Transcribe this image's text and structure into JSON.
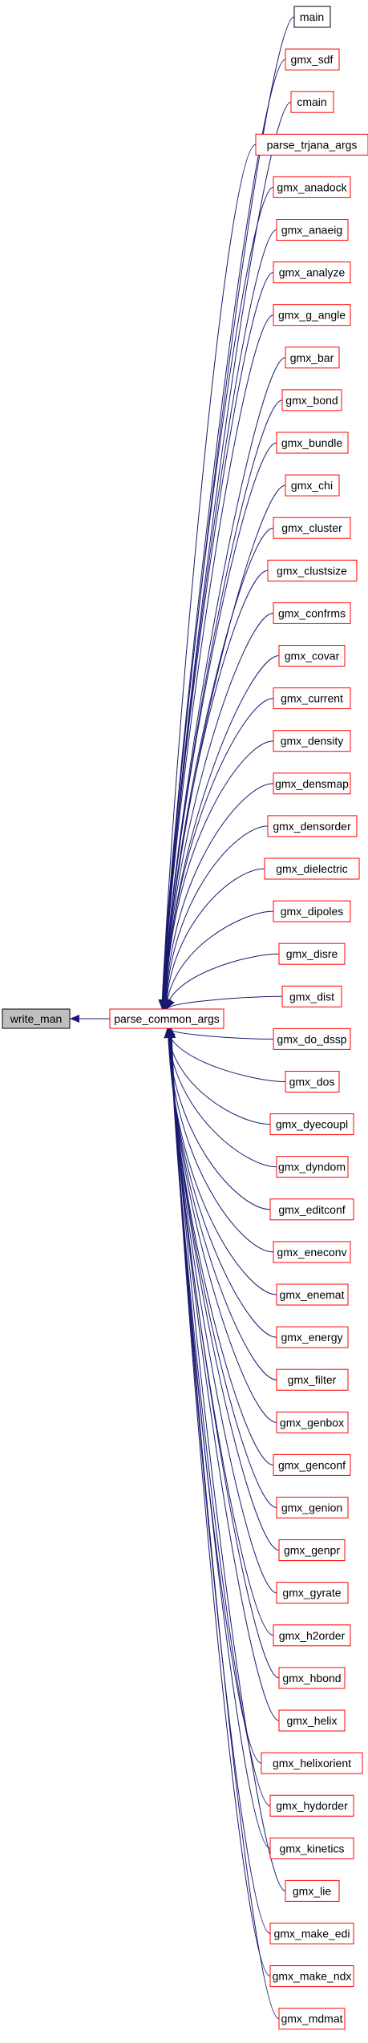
{
  "diagram": {
    "root": {
      "label": "write_man",
      "fill": "#bfbfbf",
      "border": "#000000"
    },
    "hub": {
      "label": "parse_common_args",
      "border": "#ff0000"
    },
    "edge_color": "#191970",
    "callers": [
      {
        "label": "main",
        "border": "#000000"
      },
      {
        "label": "gmx_sdf",
        "border": "#ff0000"
      },
      {
        "label": "cmain",
        "border": "#ff0000"
      },
      {
        "label": "parse_trjana_args",
        "border": "#ff0000"
      },
      {
        "label": "gmx_anadock",
        "border": "#ff0000"
      },
      {
        "label": "gmx_anaeig",
        "border": "#ff0000"
      },
      {
        "label": "gmx_analyze",
        "border": "#ff0000"
      },
      {
        "label": "gmx_g_angle",
        "border": "#ff0000"
      },
      {
        "label": "gmx_bar",
        "border": "#ff0000"
      },
      {
        "label": "gmx_bond",
        "border": "#ff0000"
      },
      {
        "label": "gmx_bundle",
        "border": "#ff0000"
      },
      {
        "label": "gmx_chi",
        "border": "#ff0000"
      },
      {
        "label": "gmx_cluster",
        "border": "#ff0000"
      },
      {
        "label": "gmx_clustsize",
        "border": "#ff0000"
      },
      {
        "label": "gmx_confrms",
        "border": "#ff0000"
      },
      {
        "label": "gmx_covar",
        "border": "#ff0000"
      },
      {
        "label": "gmx_current",
        "border": "#ff0000"
      },
      {
        "label": "gmx_density",
        "border": "#ff0000"
      },
      {
        "label": "gmx_densmap",
        "border": "#ff0000"
      },
      {
        "label": "gmx_densorder",
        "border": "#ff0000"
      },
      {
        "label": "gmx_dielectric",
        "border": "#ff0000"
      },
      {
        "label": "gmx_dipoles",
        "border": "#ff0000"
      },
      {
        "label": "gmx_disre",
        "border": "#ff0000"
      },
      {
        "label": "gmx_dist",
        "border": "#ff0000"
      },
      {
        "label": "gmx_do_dssp",
        "border": "#ff0000"
      },
      {
        "label": "gmx_dos",
        "border": "#ff0000"
      },
      {
        "label": "gmx_dyecoupl",
        "border": "#ff0000"
      },
      {
        "label": "gmx_dyndom",
        "border": "#ff0000"
      },
      {
        "label": "gmx_editconf",
        "border": "#ff0000"
      },
      {
        "label": "gmx_eneconv",
        "border": "#ff0000"
      },
      {
        "label": "gmx_enemat",
        "border": "#ff0000"
      },
      {
        "label": "gmx_energy",
        "border": "#ff0000"
      },
      {
        "label": "gmx_filter",
        "border": "#ff0000"
      },
      {
        "label": "gmx_genbox",
        "border": "#ff0000"
      },
      {
        "label": "gmx_genconf",
        "border": "#ff0000"
      },
      {
        "label": "gmx_genion",
        "border": "#ff0000"
      },
      {
        "label": "gmx_genpr",
        "border": "#ff0000"
      },
      {
        "label": "gmx_gyrate",
        "border": "#ff0000"
      },
      {
        "label": "gmx_h2order",
        "border": "#ff0000"
      },
      {
        "label": "gmx_hbond",
        "border": "#ff0000"
      },
      {
        "label": "gmx_helix",
        "border": "#ff0000"
      },
      {
        "label": "gmx_helixorient",
        "border": "#ff0000"
      },
      {
        "label": "gmx_hydorder",
        "border": "#ff0000"
      },
      {
        "label": "gmx_kinetics",
        "border": "#ff0000"
      },
      {
        "label": "gmx_lie",
        "border": "#ff0000"
      },
      {
        "label": "gmx_make_edi",
        "border": "#ff0000"
      },
      {
        "label": "gmx_make_ndx",
        "border": "#ff0000"
      },
      {
        "label": "gmx_mdmat",
        "border": "#ff0000"
      }
    ]
  }
}
